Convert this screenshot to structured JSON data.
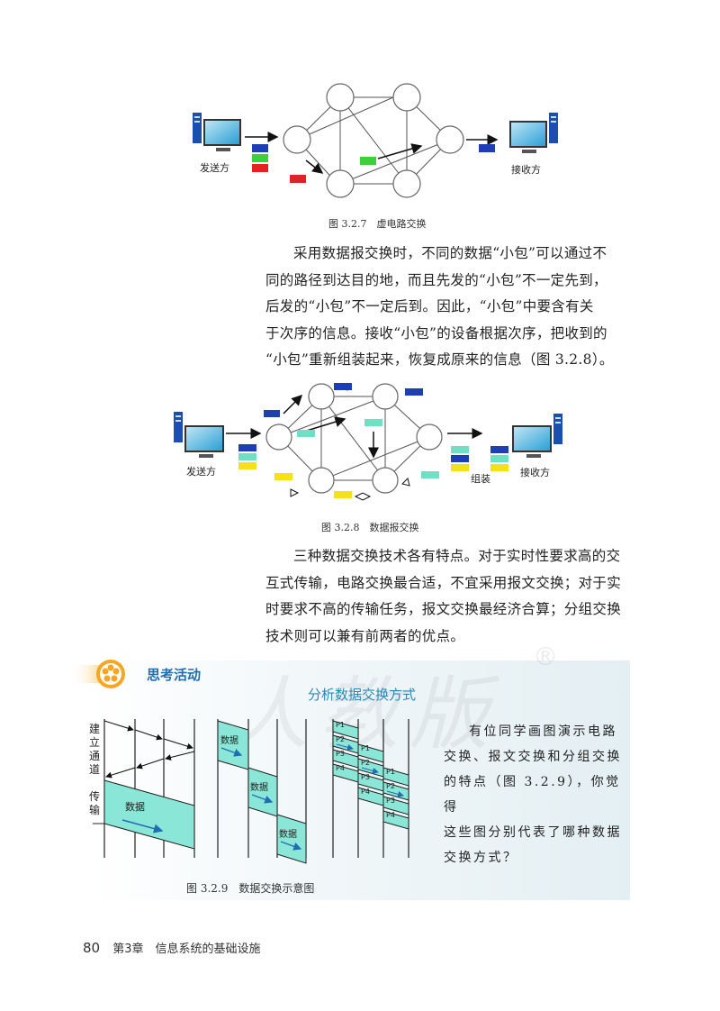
{
  "figure_327": {
    "sender_label": "发送方",
    "receiver_label": "接收方",
    "caption": "图 3.2.7　虚电路交换"
  },
  "paragraph1": {
    "lines": [
      "采用数据报交换时，不同的数据“小包”可以通过不",
      "同的路径到达目的地，而且先发的“小包”不一定先到，",
      "后发的“小包”不一定后到。因此，“小包”中要含有关",
      "于次序的信息。接收“小包”的设备根据次序，把收到的",
      "“小包”重新组装起来，恢复成原来的信息（图 3.2.8）。"
    ]
  },
  "figure_328": {
    "sender_label": "发送方",
    "receiver_label": "接收方",
    "assemble_label": "组装",
    "caption": "图 3.2.8　数据报交换"
  },
  "paragraph2": {
    "lines": [
      "三种数据交换技术各有特点。对于实时性要求高的交",
      "互式传输，电路交换最合适，不宜采用报文交换；对于实",
      "时要求不高的传输任务，报文交换最经济合算；分组交换",
      "技术则可以兼有前两者的优点。"
    ]
  },
  "activity": {
    "heading": "思考活动",
    "subtitle": "分析数据交换方式",
    "text_lines": [
      "有位同学画图演示电路",
      "交换、报文交换和分组交换",
      "的特点（图 3.2.9），你觉得",
      "这些图分别代表了哪种数据",
      "交换方式？"
    ],
    "watermark": "人教版",
    "registered_mark": "®"
  },
  "figure_329": {
    "setup_label_chars": [
      "建",
      "立",
      "通",
      "道"
    ],
    "transmit_label_chars": [
      "传",
      "输"
    ],
    "data_label": "数据",
    "packets": [
      "P1",
      "P2",
      "P3",
      "P4"
    ],
    "caption": "图 3.2.9　数据交换示意图"
  },
  "footer": {
    "page_number": "80",
    "chapter": "第3章　信息系统的基础设施"
  },
  "colors": {
    "packet_blue": "#1e3fb4",
    "packet_green": "#3bd13b",
    "packet_red": "#e02424",
    "packet_teal": "#6fe0c4",
    "packet_yellow": "#f5e11a",
    "accent_blue": "#1f6fb0",
    "data_box": "#8ae6d6"
  }
}
